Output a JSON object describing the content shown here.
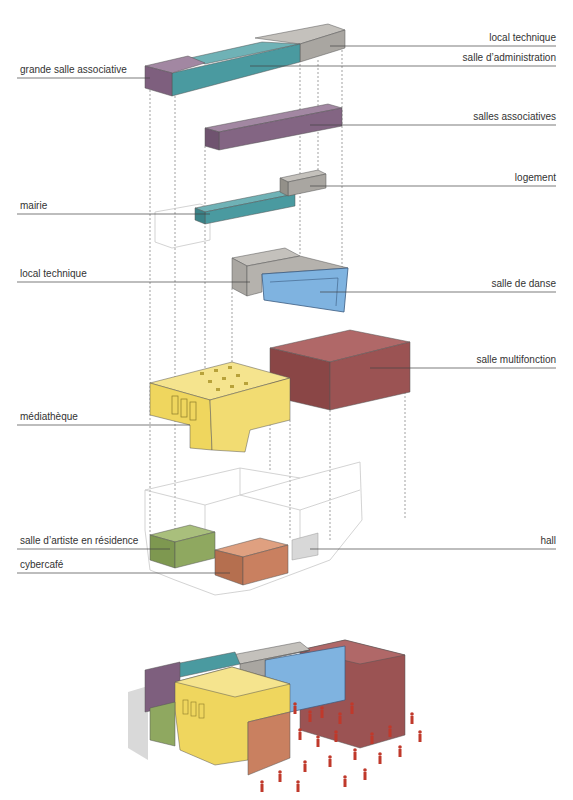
{
  "diagram": {
    "labels": [
      "local technique",
      "grande salle associative",
      "salle d’administration",
      "salles associatives",
      "logement",
      "mairie",
      "local technique",
      "salle de danse",
      "salle multifonction",
      "médiathèque",
      "salle d’artiste en résidence",
      "hall",
      "cybercafé"
    ]
  }
}
